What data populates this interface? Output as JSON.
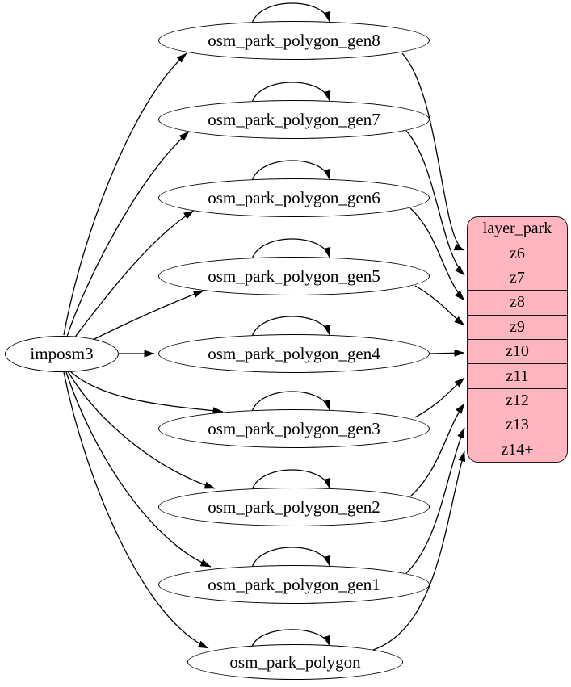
{
  "diagram": {
    "source_node": {
      "label": "imposm3"
    },
    "generalized_tables": [
      {
        "label": "osm_park_polygon_gen8",
        "target_row": "z6"
      },
      {
        "label": "osm_park_polygon_gen7",
        "target_row": "z7"
      },
      {
        "label": "osm_park_polygon_gen6",
        "target_row": "z8"
      },
      {
        "label": "osm_park_polygon_gen5",
        "target_row": "z9"
      },
      {
        "label": "osm_park_polygon_gen4",
        "target_row": "z10"
      },
      {
        "label": "osm_park_polygon_gen3",
        "target_row": "z11"
      },
      {
        "label": "osm_park_polygon_gen2",
        "target_row": "z12"
      },
      {
        "label": "osm_park_polygon_gen1",
        "target_row": "z13"
      },
      {
        "label": "osm_park_polygon",
        "target_row": "z14+"
      }
    ],
    "layer_table": {
      "title": "layer_park",
      "rows": [
        "z6",
        "z7",
        "z8",
        "z9",
        "z10",
        "z11",
        "z12",
        "z13",
        "z14+"
      ]
    },
    "colors": {
      "table_fill": "#ffb6c1",
      "node_fill": "#ffffff",
      "stroke": "#000000",
      "background": "#ffffff"
    }
  }
}
